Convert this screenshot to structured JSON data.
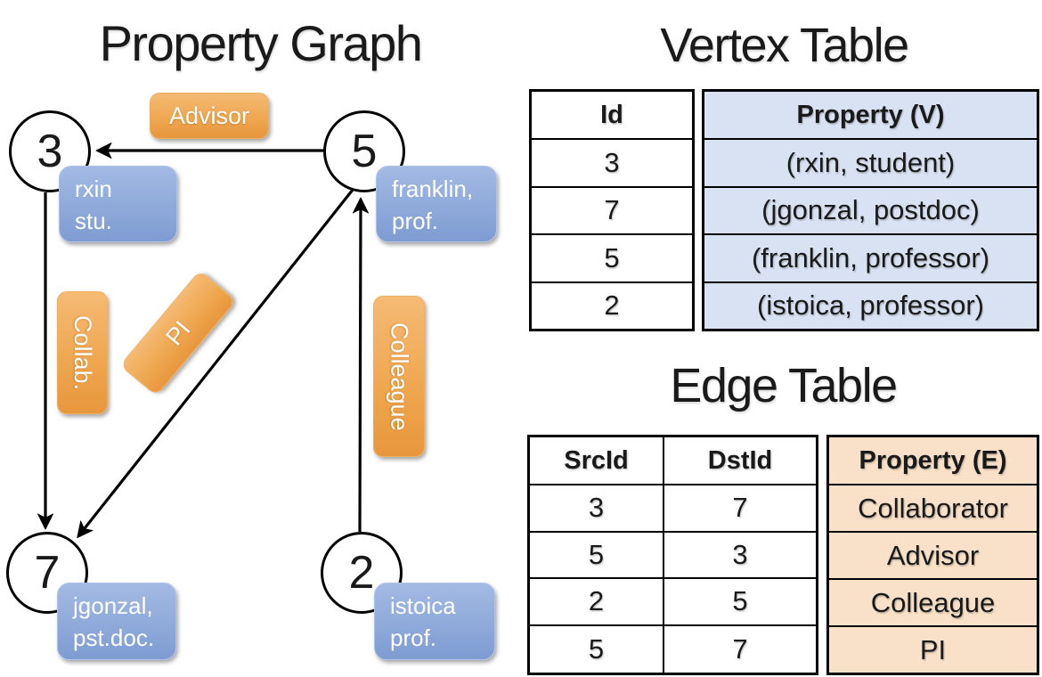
{
  "titles": {
    "graph": "Property Graph",
    "vertex_table": "Vertex Table",
    "edge_table": "Edge Table"
  },
  "colors": {
    "orange_box_top": "#F5BA74",
    "orange_box_mid": "#EFA851",
    "orange_box_bottom": "#E8963C",
    "blue_box_top": "#A3BAE3",
    "blue_box_bottom": "#7E9CD2",
    "vertex_property_fill": "#D9E2F3",
    "edge_property_fill": "#F8E1C8",
    "line_color": "#000000"
  },
  "graph": {
    "nodes": [
      {
        "id": "3",
        "property": {
          "lines": [
            "rxin",
            "stu."
          ]
        }
      },
      {
        "id": "5",
        "property": {
          "lines": [
            "franklin,",
            "prof."
          ]
        }
      },
      {
        "id": "7",
        "property": {
          "lines": [
            "jgonzal,",
            "pst.doc."
          ]
        }
      },
      {
        "id": "2",
        "property": {
          "lines": [
            "istoica",
            "prof."
          ]
        }
      }
    ],
    "edges": [
      {
        "label": "Advisor",
        "from": "5",
        "to": "3"
      },
      {
        "label": "Collab.",
        "from": "3",
        "to": "7"
      },
      {
        "label": "PI",
        "from": "5",
        "to": "7"
      },
      {
        "label": "Colleague",
        "from": "2",
        "to": "5"
      }
    ]
  },
  "vertex_table": {
    "columns": [
      "Id",
      "Property (V)"
    ],
    "rows": [
      [
        "3",
        "(rxin, student)"
      ],
      [
        "7",
        "(jgonzal, postdoc)"
      ],
      [
        "5",
        "(franklin, professor)"
      ],
      [
        "2",
        "(istoica, professor)"
      ]
    ]
  },
  "edge_table": {
    "columns": [
      "SrcId",
      "DstId",
      "Property (E)"
    ],
    "rows": [
      [
        "3",
        "7",
        "Collaborator"
      ],
      [
        "5",
        "3",
        "Advisor"
      ],
      [
        "2",
        "5",
        "Colleague"
      ],
      [
        "5",
        "7",
        "PI"
      ]
    ]
  }
}
